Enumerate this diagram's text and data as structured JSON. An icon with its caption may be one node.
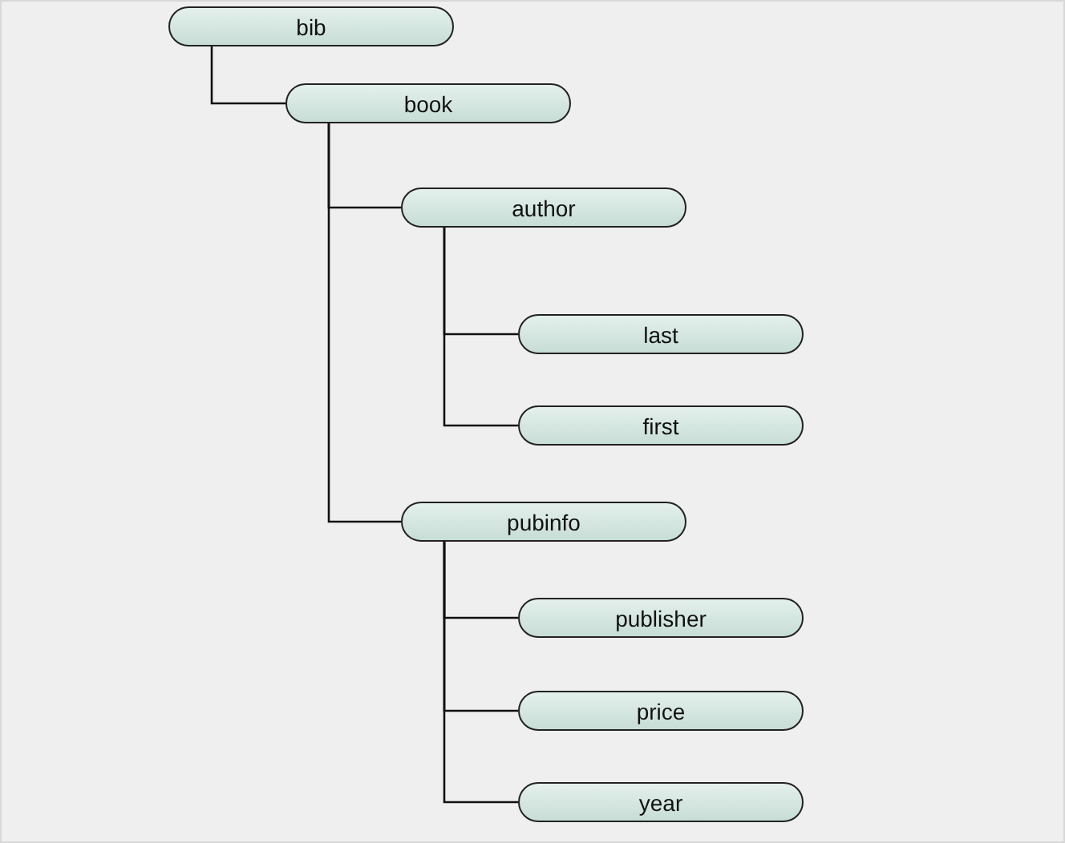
{
  "diagram": {
    "nodes": [
      {
        "text": [
          "bib"
        ]
      },
      {
        "text": [
          "book"
        ]
      },
      {
        "text": [
          "author"
        ]
      },
      {
        "text": [
          "last"
        ]
      },
      {
        "text": [
          "first"
        ]
      },
      {
        "text": [
          "pubinfo"
        ]
      },
      {
        "text": [
          "publisher"
        ]
      },
      {
        "text": [
          "price"
        ]
      },
      {
        "text": [
          "year"
        ]
      }
    ],
    "edges": [
      {
        "from": 0,
        "to": 1,
        "arrow": "none"
      },
      {
        "from": 1,
        "to": 2,
        "arrow": "none"
      },
      {
        "from": 2,
        "to": 3,
        "arrow": "none"
      },
      {
        "from": 2,
        "to": 4,
        "arrow": "none"
      },
      {
        "from": 1,
        "to": 5,
        "arrow": "none"
      },
      {
        "from": 5,
        "to": 6,
        "arrow": "none"
      },
      {
        "from": 5,
        "to": 7,
        "arrow": "none"
      },
      {
        "from": 5,
        "to": 8,
        "arrow": "none"
      }
    ]
  }
}
